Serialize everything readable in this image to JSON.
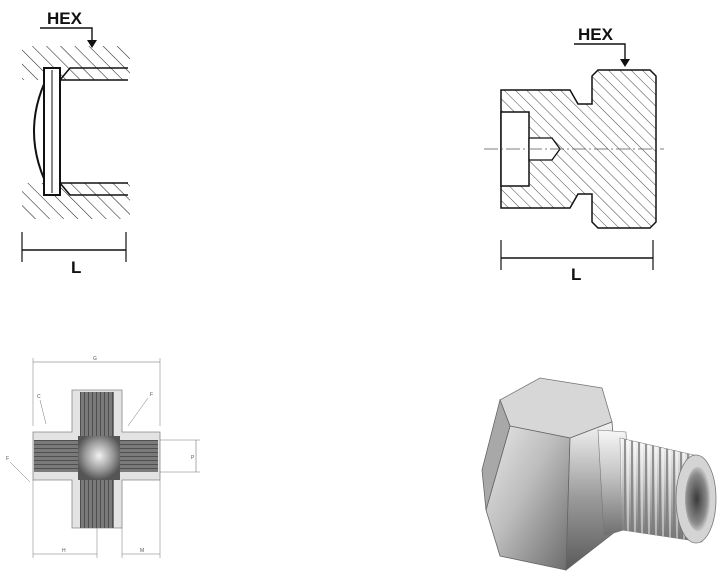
{
  "hex_label_left": "HEX",
  "length_label_left": "L",
  "hex_label_right": "HEX",
  "length_label_right": "L",
  "cross_dims": {
    "top": "G",
    "c": "C",
    "f_right": "F",
    "f_left": "F",
    "p": "P",
    "h": "H",
    "m": "M"
  },
  "colors": {
    "line": "#111111",
    "metal_light": "#e6e6e6",
    "metal_dark": "#6d6d6d"
  }
}
